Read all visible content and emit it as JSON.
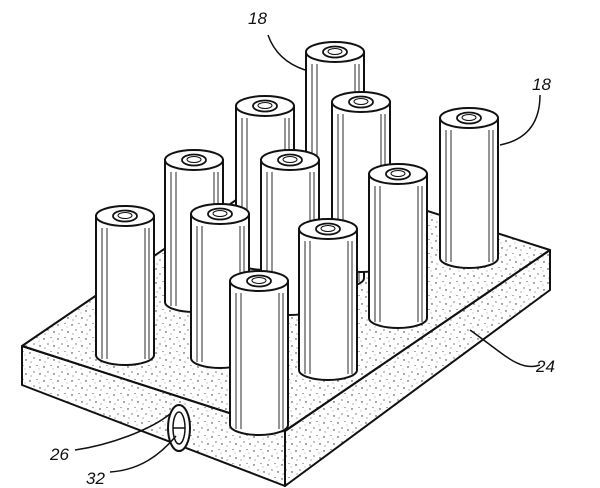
{
  "labels": {
    "cell_top": "18",
    "cell_right": "18",
    "base": "24",
    "tab": "26",
    "tab_inner": "32"
  },
  "colors": {
    "ink": "#111111",
    "paper": "#ffffff"
  }
}
